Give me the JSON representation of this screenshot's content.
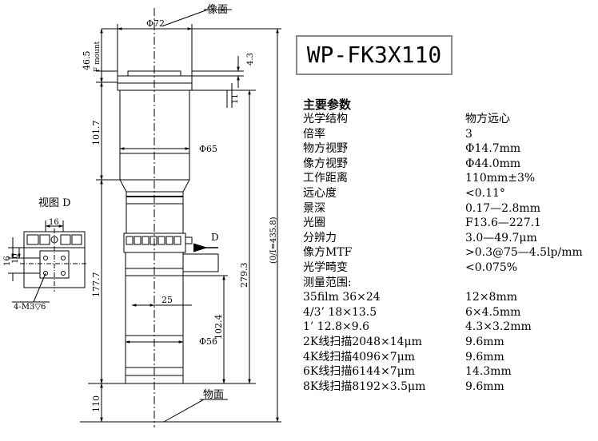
{
  "title": "WP-FK3X110",
  "params_heading": "主要参数",
  "params": [
    {
      "k": "光学结构",
      "v": "物方远心"
    },
    {
      "k": "倍率",
      "v": "3"
    },
    {
      "k": "物方视野",
      "v": "Φ14.7mm"
    },
    {
      "k": "像方视野",
      "v": "Φ44.0mm"
    },
    {
      "k": "工作距离",
      "v": "110mm±3%"
    },
    {
      "k": "远心度",
      "v": "<0.11°"
    },
    {
      "k": "景深",
      "v": "0.17—2.8mm"
    },
    {
      "k": "光圈",
      "v": "F13.6—227.1"
    },
    {
      "k": "分辨力",
      "v": "3.0—49.7μm"
    },
    {
      "k": "像方MTF",
      "v": ">0.3@75—4.5lp/mm"
    },
    {
      "k": "光学畸变",
      "v": "<0.075%"
    },
    {
      "k": "测量范围:",
      "v": ""
    },
    {
      "k": "35film 36×24",
      "v": "12×8mm"
    },
    {
      "k": "4/3’ 18×13.5",
      "v": "6×4.5mm"
    },
    {
      "k": "1’  12.8×9.6",
      "v": "4.3×3.2mm"
    },
    {
      "k": "2K线扫描2048×14μm",
      "v": "9.6mm"
    },
    {
      "k": "4K线扫描4096×7μm",
      "v": "9.6mm"
    },
    {
      "k": "6K线扫描6144×7μm",
      "v": "14.3mm"
    },
    {
      "k": "8K线扫描8192×3.5μm",
      "v": "9.6mm"
    }
  ],
  "drawing": {
    "label_image_plane": "像面",
    "label_object_plane": "物面",
    "label_view_d": "视图 D",
    "label_d_arrow": "D",
    "dim_top_diameter": "Φ72",
    "dim_mount_dia": "Φ65",
    "dim_lower_dia": "Φ56",
    "dim_flange": "4.3",
    "dim_small": "11",
    "dim_46_5": "46.5",
    "f_mount": "F mount",
    "dim_101_7": "101.7",
    "dim_177_7": "177.7",
    "dim_110": "110",
    "dim_279_3": "279.3",
    "dim_total": "(0/I=435.8)",
    "dim_102_4": "102.4",
    "dim_25": "25",
    "dim_16_top": "16",
    "dim_16_side": "16",
    "dim_10_side": "10",
    "dim_screw": "4-M3▽6"
  }
}
